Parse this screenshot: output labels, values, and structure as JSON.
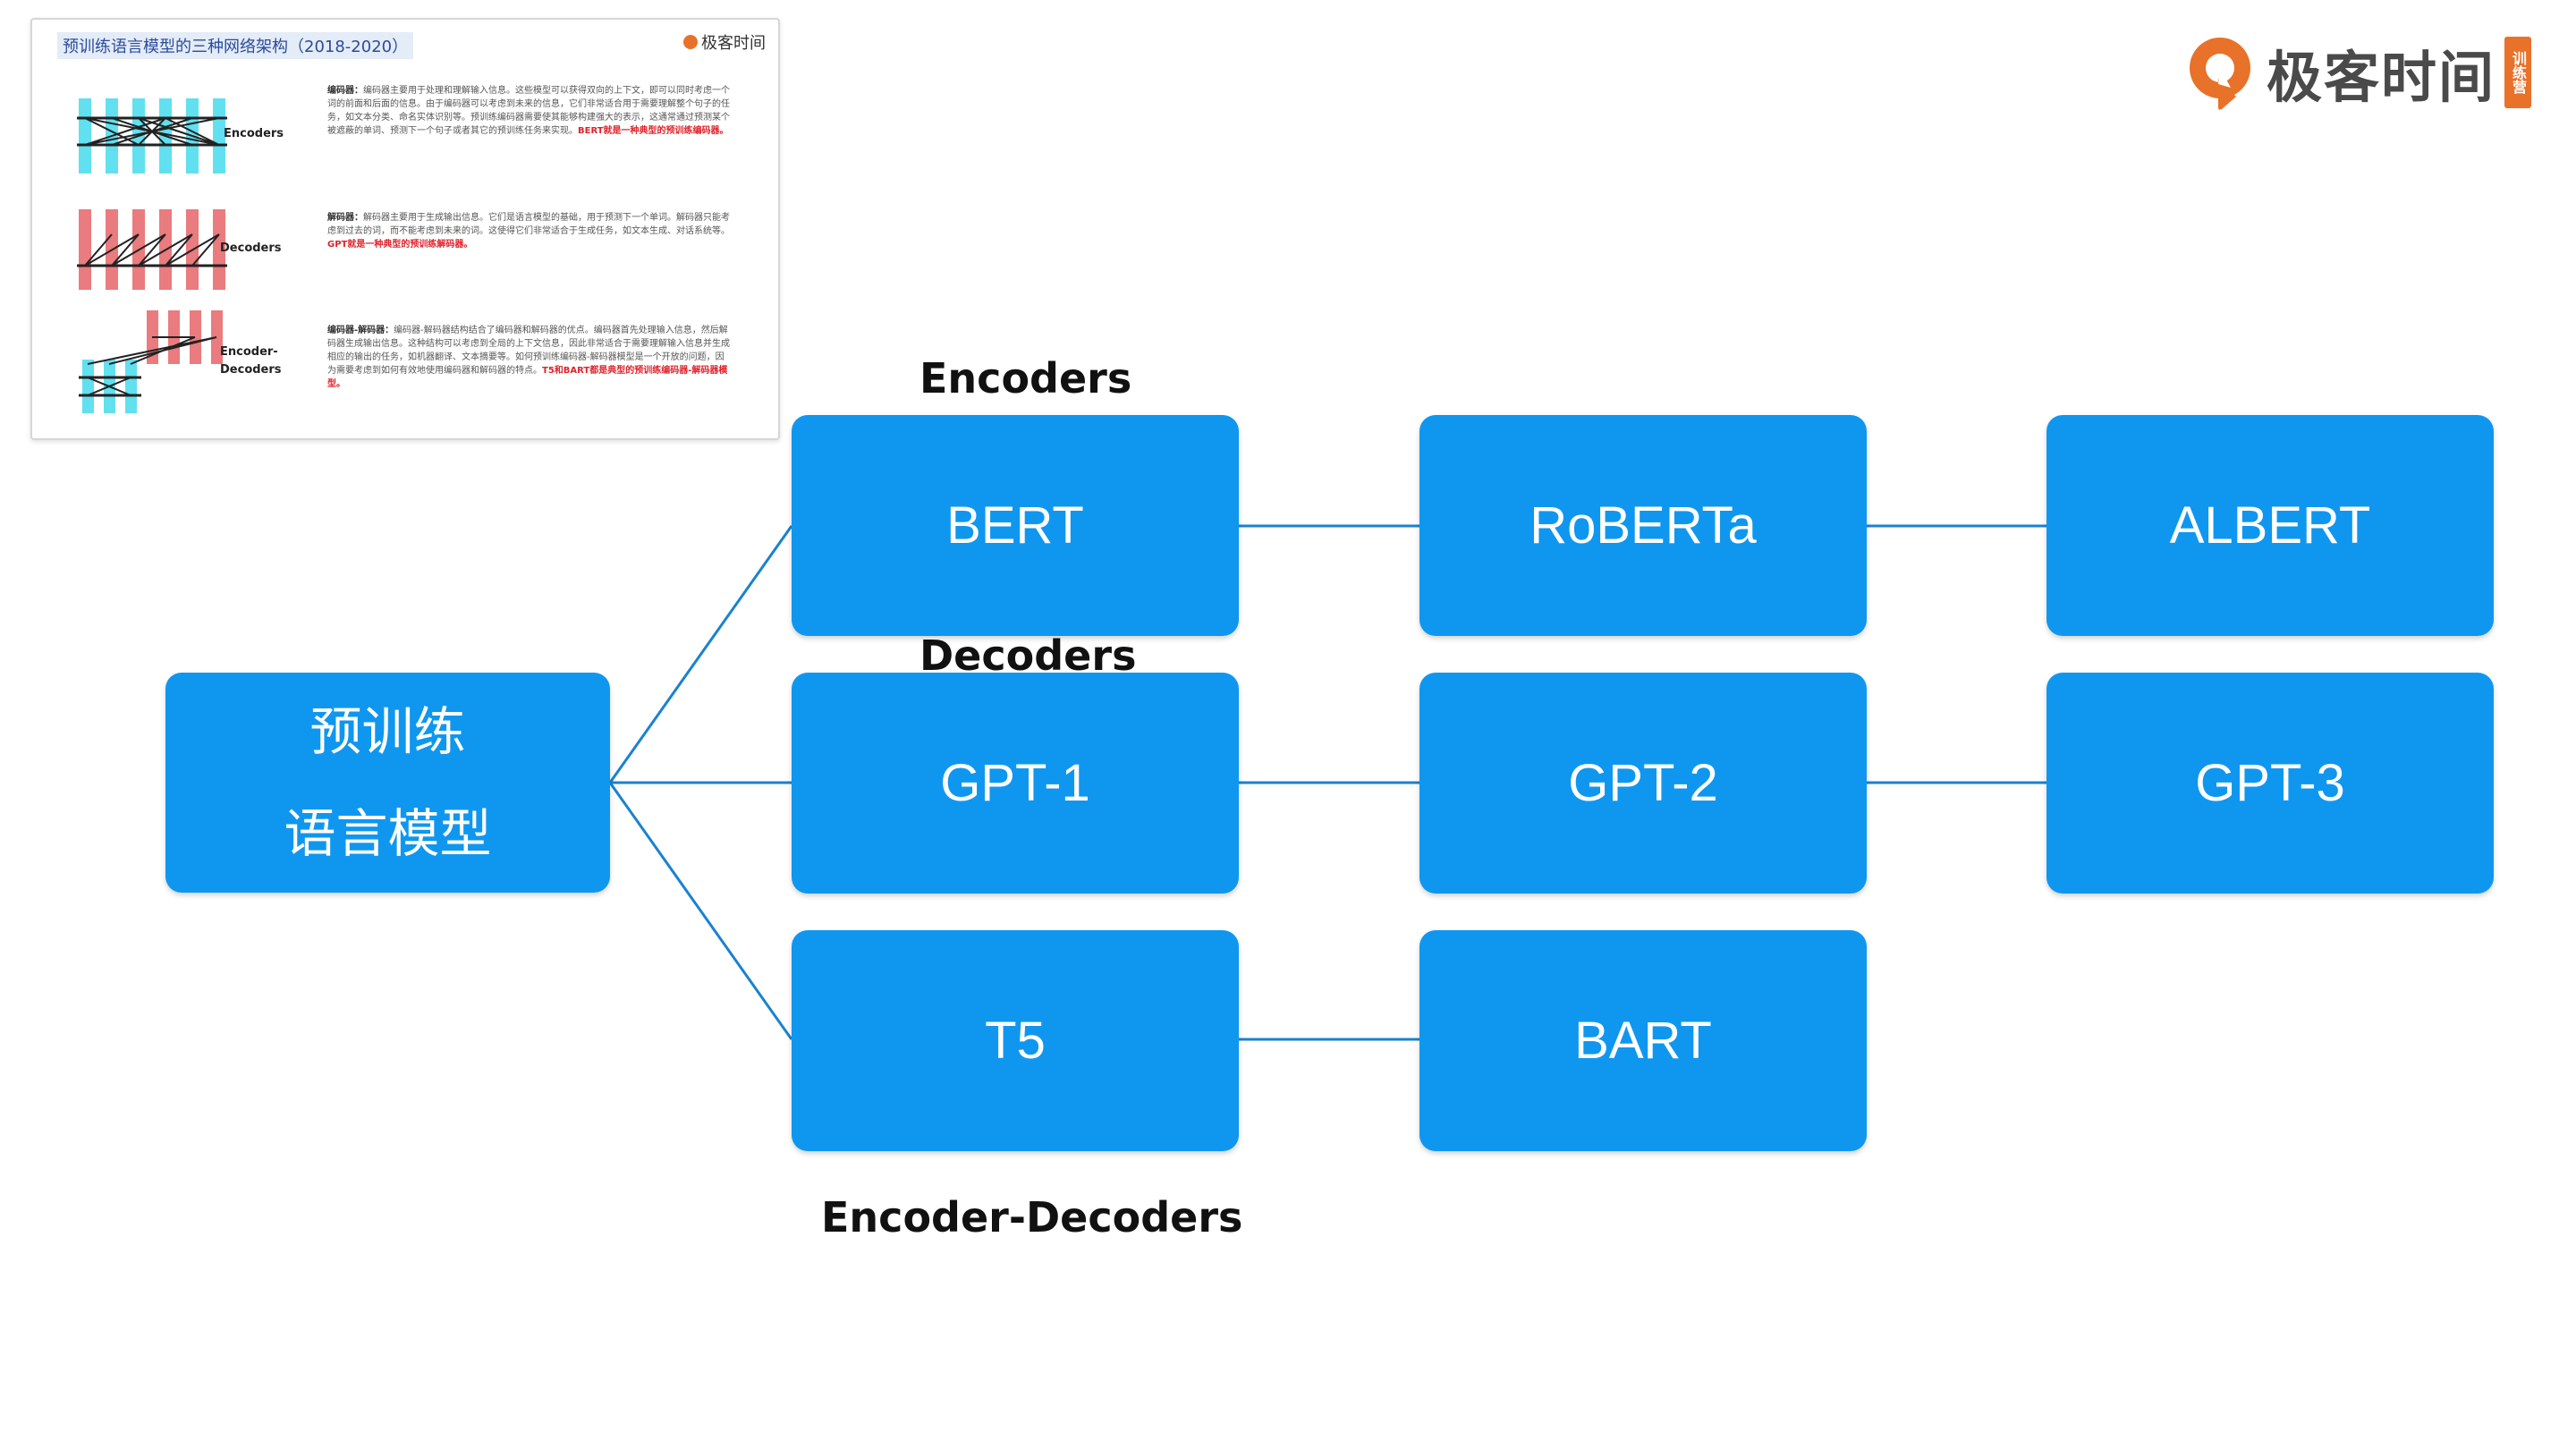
{
  "thumbnail": {
    "title": "预训练语言模型的三种网络架构（2018-2020）",
    "logo_text": "极客时间",
    "rows": [
      {
        "label": "Encoders",
        "desc_lead": "编码器：",
        "desc": "编码器主要用于处理和理解输入信息。这些模型可以获得双向的上下文，即可以同时考虑一个词的前面和后面的信息。由于编码器可以考虑到未来的信息，它们非常适合用于需要理解整个句子的任务，如文本分类、命名实体识别等。预训练编码器需要使其能够构建强大的表示，这通常通过预测某个被遮蔽的单词、预测下一个句子或者其它的预训练任务来实现。",
        "highlight": "BERT就是一种典型的预训练编码器。"
      },
      {
        "label": "Decoders",
        "desc_lead": "解码器：",
        "desc": "解码器主要用于生成输出信息。它们是语言模型的基础，用于预测下一个单词。解码器只能考虑到过去的词，而不能考虑到未来的词。这使得它们非常适合于生成任务，如文本生成、对话系统等。",
        "highlight": "GPT就是一种典型的预训练解码器。"
      },
      {
        "label": "Encoder-Decoders",
        "desc_lead": "编码器-解码器：",
        "desc": "编码器-解码器结构结合了编码器和解码器的优点。编码器首先处理输入信息，然后解码器生成输出信息。这种结构可以考虑到全局的上下文信息，因此非常适合于需要理解输入信息并生成相应的输出的任务，如机器翻译、文本摘要等。如何预训练编码器-解码器模型是一个开放的问题，因为需要考虑到如何有效地使用编码器和解码器的特点。",
        "highlight": "T5和BART都是典型的预训练编码器-解码器模型。"
      }
    ]
  },
  "brand": {
    "text": "极客时间",
    "tag": "训练营",
    "accent": "#e8722a"
  },
  "diagram": {
    "node_color": "#0f97f0",
    "edge_color": "#1a82d0",
    "root": {
      "line1": "预训练",
      "line2": "语言模型"
    },
    "group_labels": {
      "encoders": "Encoders",
      "decoders": "Decoders",
      "encoder_decoders": "Encoder-Decoders"
    },
    "rows": [
      {
        "nodes": [
          "BERT",
          "RoBERTa",
          "ALBERT"
        ]
      },
      {
        "nodes": [
          "GPT-1",
          "GPT-2",
          "GPT-3"
        ]
      },
      {
        "nodes": [
          "T5",
          "BART"
        ]
      }
    ]
  }
}
